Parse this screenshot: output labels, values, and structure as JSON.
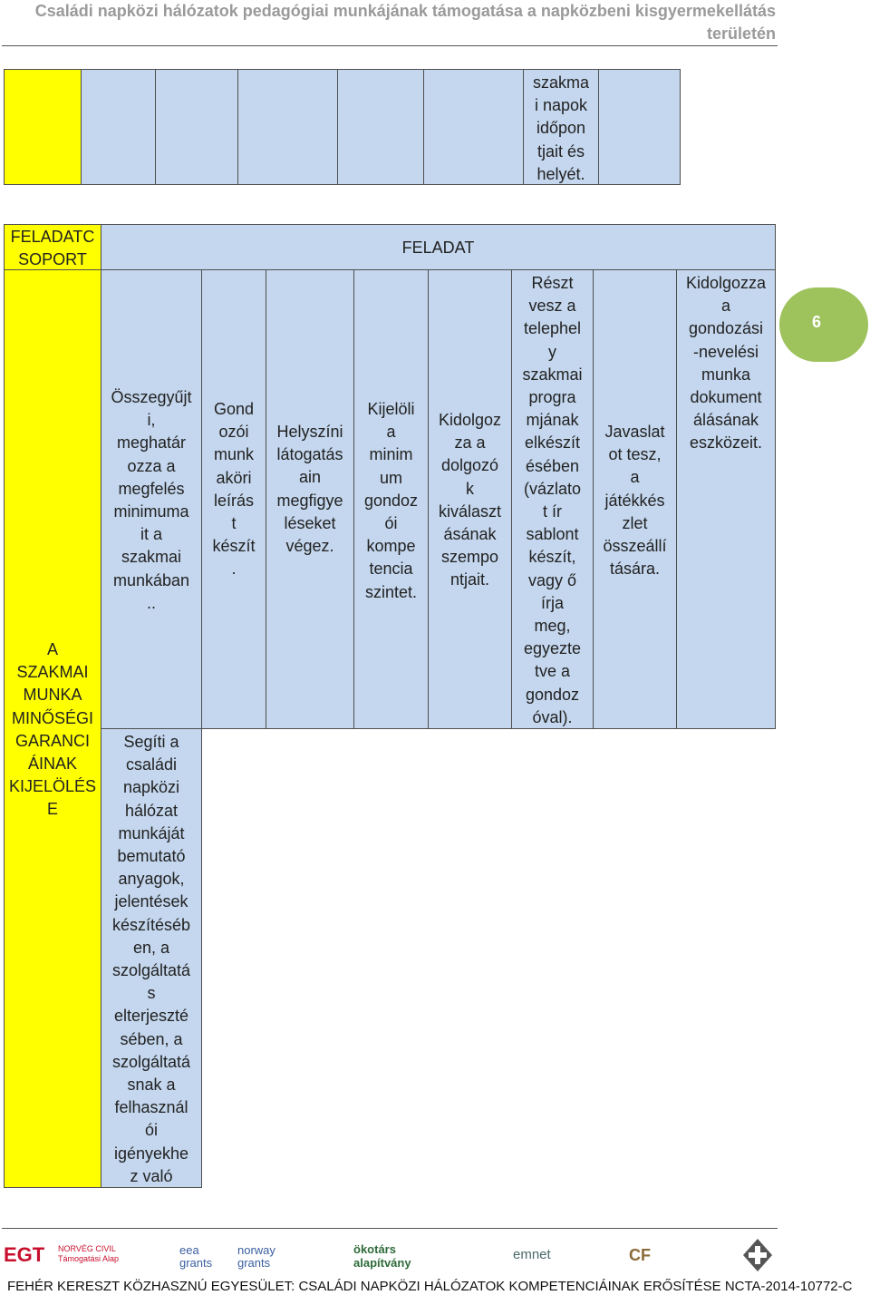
{
  "header": {
    "title": "Családi napközi hálózatok pedagógiai munkájának támogatása a napközbeni kisgyermekellátás területén"
  },
  "top_table": {
    "cells": [
      "",
      "",
      "",
      "",
      "",
      "",
      "szakma\ni napok\nidőpon\ntjait és\nhelyét.",
      ""
    ]
  },
  "main_table": {
    "group_header": "FELADATC\nSOPORT",
    "task_header": "FELADAT",
    "group_label": "A\nSZAKMAI\nMUNKA\nMINŐSÉGI\nGARANCI\nÁINAK\nKIJELÖLÉS\nE",
    "tasks": [
      "Összegyűjt\ni,\nmeghatár\nozza a\nmegfelés\nminimuma\nit a\nszakmai\nmunkában\n..",
      "Gond\nozói\nmunk\naköri\nleírás\nt\nkészít\n.",
      "Helyszíni\nlátogatás\nain\nmegfigye\nléseket\nvégez.",
      "Kijelöli\na\nminim\num\ngondoz\nói\nkompe\ntencia\nszintet.",
      "Kidolgoz\nza a\ndolgozó\nk\nkiválaszt\násának\nszempo\nntjait.",
      "Részt\nvesz a\ntelephel\ny\nszakmai\nprogra\nmjának\nelkészít\nésében\n(vázlato\nt ír\nsablont\nkészít,\nvagy ő\nírja\nmeg,\negyezte\ntve a\ngondoz\nóval).",
      "Javaslat\not tesz,\na\njátékkés\nzlet\nösszeállí\ntására.",
      "Kidolgozza\na\ngondozási\n-nevelési\nmunka\ndokument\nálásának\neszközeit."
    ],
    "task_second": "Segíti a\ncsaládi\nnapközi\nhálózat\nmunkáját\nbemutató\nanyagok,\njelentések\nkészítéséb\nen, a\nszolgáltatá\ns\nelterjeszté\nsében, a\nszolgáltatá\nsnak a\nfelhasznál\nói\nigényekhe\nz való"
  },
  "page_number": "6",
  "footer": {
    "logos": [
      "EGT",
      "NORVÉG CIVIL Támogatási Alap",
      "eea grants",
      "norway grants",
      "ökotárs alapítvány",
      "emnet",
      "CF"
    ],
    "text": "FEHÉR KERESZT KÖZHASZNÚ EGYESÜLET: CSALÁDI NAPKÖZI HÁLÓZATOK KOMPETENCIÁINAK ERŐSÍTÉSE NCTA-2014-10772-C"
  },
  "colors": {
    "cell_blue": "#c4d7ee",
    "yellow": "#ffff00",
    "badge_green": "#9ec25c"
  }
}
